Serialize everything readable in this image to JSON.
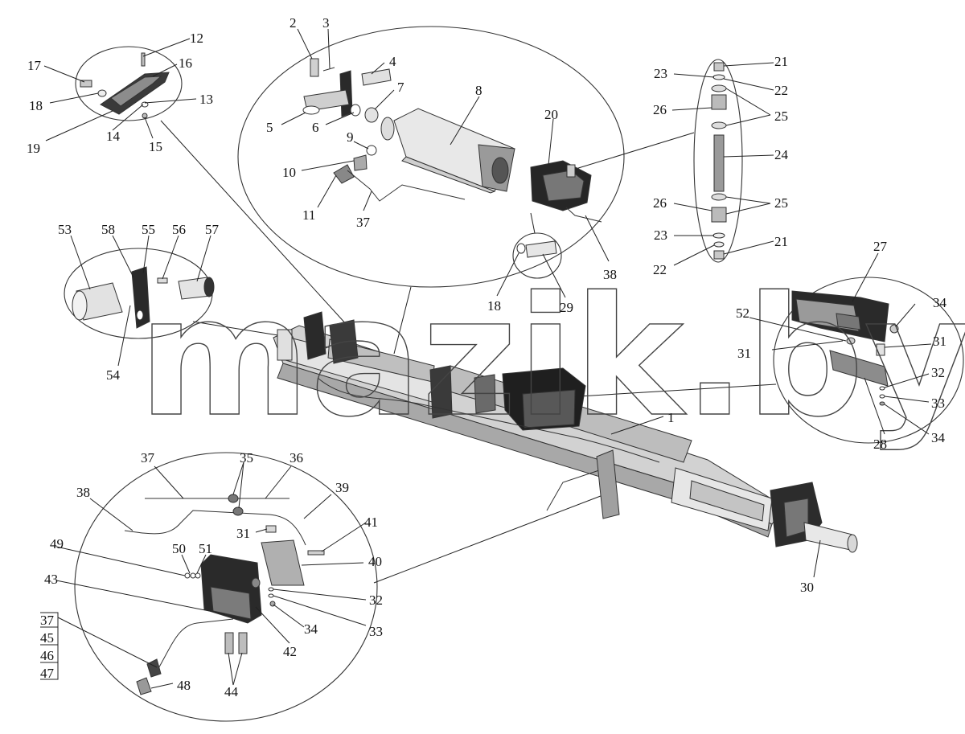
{
  "watermark": "mazik.by",
  "colors": {
    "ink": "#111111",
    "part_dark": "#2a2a2a",
    "part_mid": "#8a8a8a",
    "part_light": "#c9c9c9"
  },
  "callouts": {
    "c1": "1",
    "c2": "2",
    "c3": "3",
    "c4": "4",
    "c5": "5",
    "c6": "6",
    "c7": "7",
    "c8": "8",
    "c9": "9",
    "c10": "10",
    "c11": "11",
    "c12": "12",
    "c13": "13",
    "c14": "14",
    "c15": "15",
    "c16": "16",
    "c17": "17",
    "c18a": "18",
    "c18b": "18",
    "c19": "19",
    "c20": "20",
    "c21a": "21",
    "c21b": "21",
    "c22a": "22",
    "c22b": "22",
    "c23a": "23",
    "c23b": "23",
    "c24": "24",
    "c25a": "25",
    "c25b": "25",
    "c26a": "26",
    "c26b": "26",
    "c27": "27",
    "c28": "28",
    "c29": "29",
    "c30": "30",
    "c31a": "31",
    "c31b": "31",
    "c31c": "31",
    "c32a": "32",
    "c32b": "32",
    "c33a": "33",
    "c33b": "33",
    "c34a": "34",
    "c34b": "34",
    "c34c": "34",
    "c35": "35",
    "c36": "36",
    "c37a": "37",
    "c37b": "37",
    "c37c": "37",
    "c38a": "38",
    "c38b": "38",
    "c39": "39",
    "c40": "40",
    "c41": "41",
    "c42": "42",
    "c43": "43",
    "c44": "44",
    "c45": "45",
    "c46": "46",
    "c47": "47",
    "c48": "48",
    "c49": "49",
    "c50": "50",
    "c51": "51",
    "c52": "52",
    "c53": "53",
    "c54": "54",
    "c55": "55",
    "c56": "56",
    "c57": "57",
    "c58": "58"
  }
}
